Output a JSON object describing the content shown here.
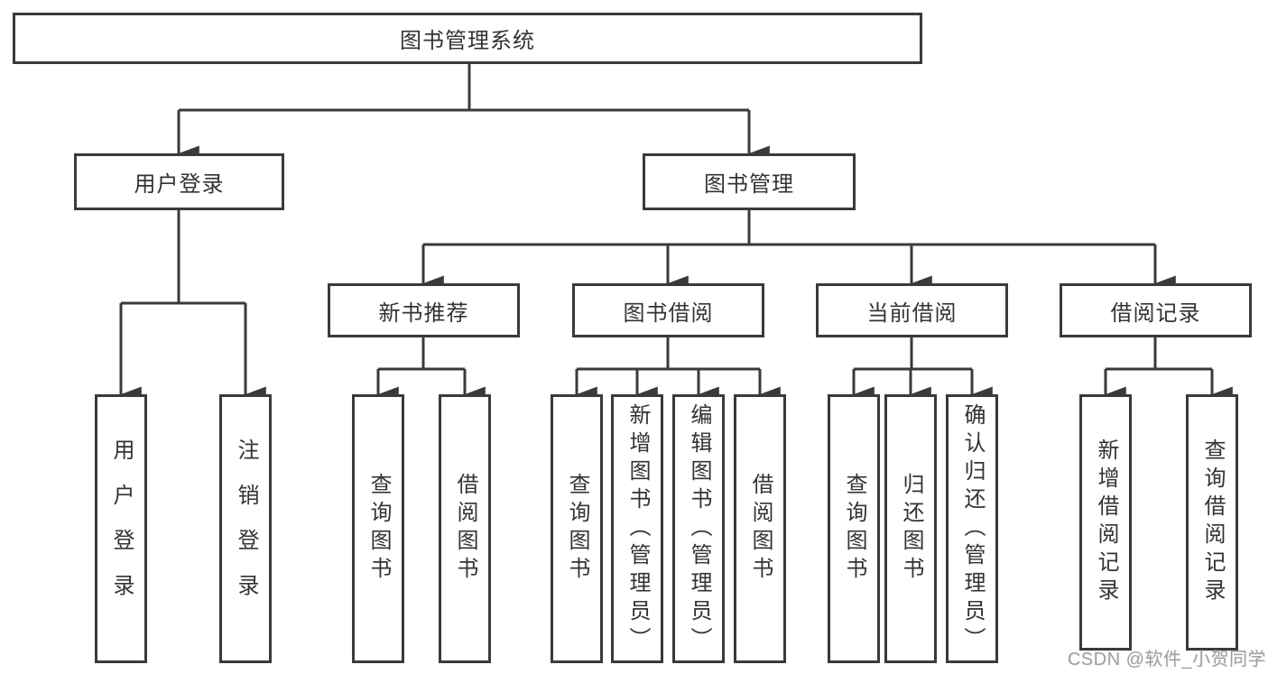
{
  "diagram": {
    "title": "图书管理系统",
    "level2": {
      "user_login": "用户登录",
      "book_management": "图书管理"
    },
    "level3": {
      "new_book_recommend": "新书推荐",
      "book_borrow": "图书借阅",
      "current_borrow": "当前借阅",
      "borrow_record": "借阅记录"
    },
    "leaves": {
      "user_login": "用户登录",
      "logout_login": "注销登录",
      "query_book_a": "查询图书",
      "borrow_book_a": "借阅图书",
      "query_book_b": "查询图书",
      "add_book_admin": "新增图书（管理员）",
      "edit_book_admin": "编辑图书（管理员）",
      "borrow_book_b": "借阅图书",
      "query_book_c": "查询图书",
      "return_book": "归还图书",
      "confirm_return_admin": "确认归还（管理员）",
      "add_borrow_record": "新增借阅记录",
      "query_borrow_record": "查询借阅记录"
    },
    "hierarchy": {
      "图书管理系统": {
        "用户登录": [
          "用户登录",
          "注销登录"
        ],
        "图书管理": {
          "新书推荐": [
            "查询图书",
            "借阅图书"
          ],
          "图书借阅": [
            "查询图书",
            "新增图书（管理员）",
            "编辑图书（管理员）",
            "借阅图书"
          ],
          "当前借阅": [
            "查询图书",
            "归还图书",
            "确认归还（管理员）"
          ],
          "借阅记录": [
            "新增借阅记录",
            "查询借阅记录"
          ]
        }
      }
    },
    "colors": {
      "line": "#3a3a3a",
      "box_border": "#3a3a3a",
      "text": "#333333",
      "background": "#ffffff",
      "watermark": "#9e9ea2"
    }
  },
  "watermark": {
    "text": "CSDN @软件_小贺同学"
  }
}
